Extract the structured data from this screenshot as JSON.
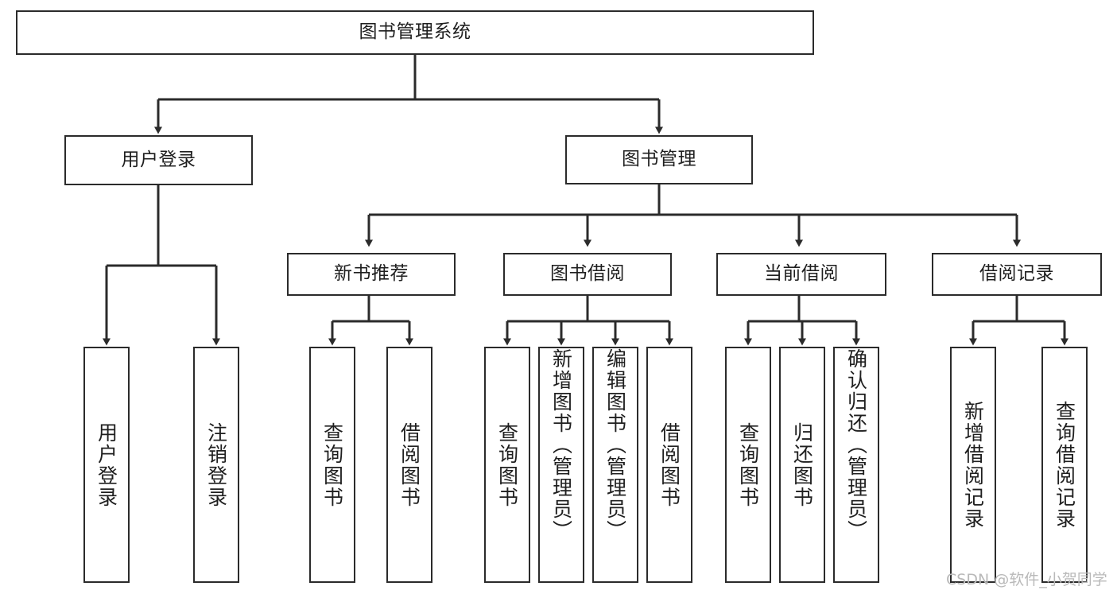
{
  "diagram": {
    "type": "hierarchy-tree",
    "title": "图书管理系统",
    "orientation": "top-down",
    "colors": {
      "box_border": "#2b2b2b",
      "box_fill": "#ffffff",
      "connector": "#2b2b2b",
      "text": "#1f1f1f",
      "watermark": "#b9b9b9",
      "background": "#ffffff"
    },
    "levels": {
      "root": {
        "label": "图书管理系统"
      },
      "level1": [
        {
          "label": "用户登录"
        },
        {
          "label": "图书管理"
        }
      ],
      "level2": [
        {
          "label": "新书推荐"
        },
        {
          "label": "图书借阅"
        },
        {
          "label": "当前借阅"
        },
        {
          "label": "借阅记录"
        }
      ],
      "leaves": {
        "user_login": [
          {
            "label": "用户登录"
          },
          {
            "label": "注销登录"
          }
        ],
        "new_book_recommend": [
          {
            "label": "查询图书"
          },
          {
            "label": "借阅图书"
          }
        ],
        "book_borrow": [
          {
            "label": "查询图书"
          },
          {
            "label": "新增图书（管理员）"
          },
          {
            "label": "编辑图书（管理员）"
          },
          {
            "label": "借阅图书"
          }
        ],
        "current_borrow": [
          {
            "label": "查询图书"
          },
          {
            "label": "归还图书"
          },
          {
            "label": "确认归还（管理员）"
          }
        ],
        "borrow_record": [
          {
            "label": "新增借阅记录"
          },
          {
            "label": "查询借阅记录"
          }
        ]
      }
    }
  },
  "watermark": {
    "text": "CSDN @软件_小贺同学"
  }
}
